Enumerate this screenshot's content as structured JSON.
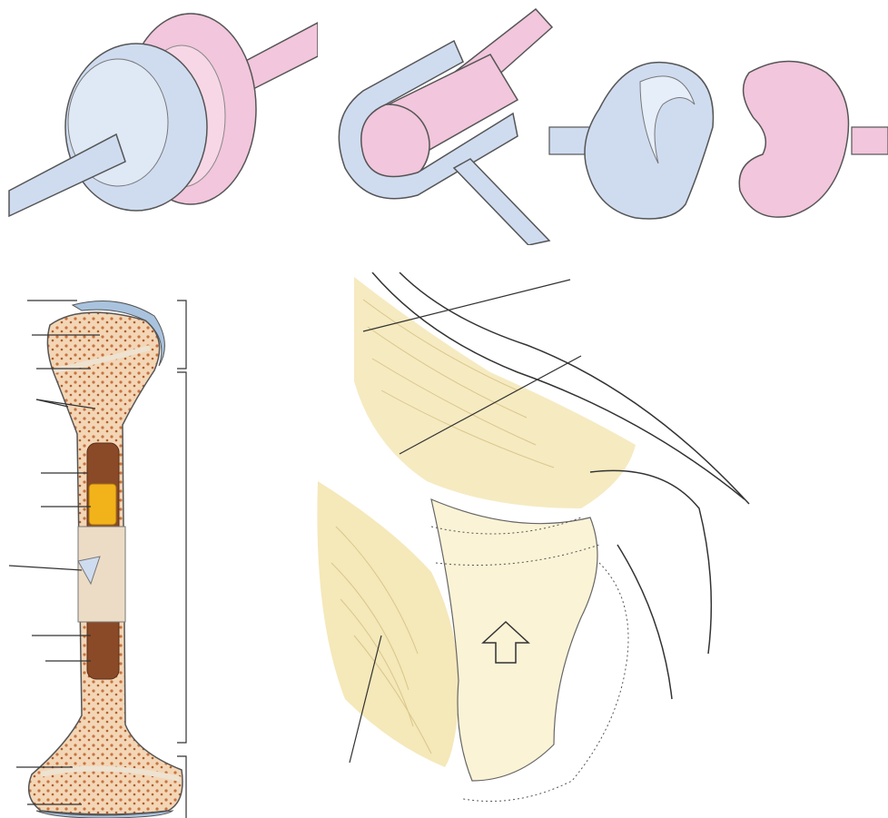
{
  "figure": {
    "panels": [
      {
        "name": "ball-and-socket-joint-model",
        "label": ""
      },
      {
        "name": "hinge-joint-model",
        "label": ""
      },
      {
        "name": "saddle-joint-model",
        "label": ""
      },
      {
        "name": "long-bone-cross-section",
        "label": ""
      },
      {
        "name": "shoulder-joint-illustration",
        "label": ""
      }
    ],
    "colors": {
      "blue_part": "#cfdcf0",
      "pink_part": "#f2c6dc",
      "bone_marrow": "#8a4a28",
      "marrow_highlight": "#f2b21a",
      "spongy_bone": "#f3d6b6",
      "cartilage": "#a9c3de",
      "muscle": "#f2e2a8",
      "line": "#333333"
    },
    "icons": [
      "upward-arrow-icon"
    ]
  }
}
